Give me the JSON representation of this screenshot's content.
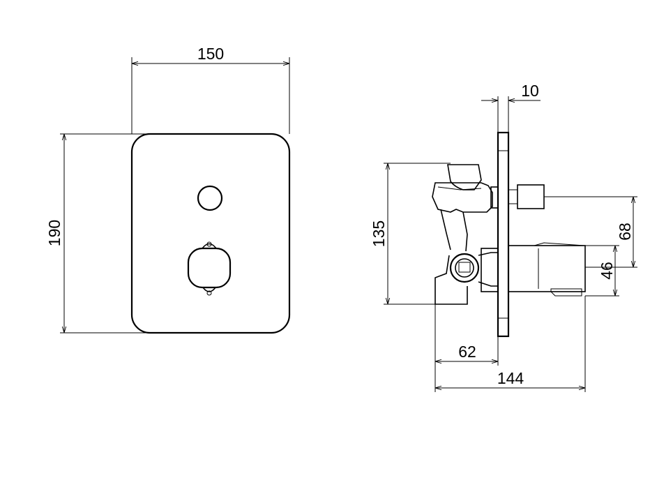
{
  "drawing": {
    "type": "technical-drawing",
    "subject": "concealed shower mixer valve with trim plate",
    "views": [
      {
        "name": "front-view",
        "dimensions": {
          "width": "150",
          "height": "190"
        }
      },
      {
        "name": "side-view",
        "dimensions": {
          "plate_thickness": "10",
          "body_height": "135",
          "outlet_upper_offset": "68",
          "outlet_lower_offset": "46",
          "inner_depth": "62",
          "total_depth": "144"
        }
      }
    ],
    "colors": {
      "line": "#000000",
      "background": "#ffffff"
    }
  }
}
